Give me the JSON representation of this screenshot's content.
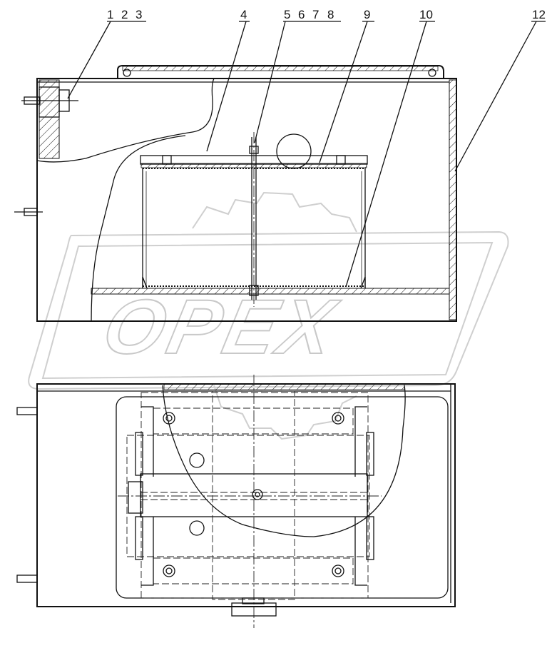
{
  "watermark": {
    "text": "OPEX"
  },
  "callouts": {
    "c1": "1",
    "c2": "2",
    "c3": "3",
    "c4": "4",
    "c5": "5",
    "c6": "6",
    "c7": "7",
    "c8": "8",
    "c9": "9",
    "c10": "10",
    "c12": "12"
  }
}
